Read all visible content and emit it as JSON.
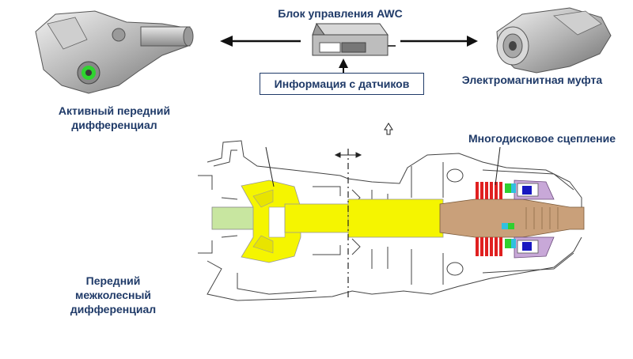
{
  "labels": {
    "awc_control_unit": "Блок управления AWC",
    "sensor_info": "Информация с датчиков",
    "electromagnetic_clutch": "Электромагнитная муфта",
    "active_front_differential_line1": "Активный передний",
    "active_front_differential_line2": "дифференциал",
    "multi_disc_clutch": "Многодисковое сцепление",
    "front_axle_differential_line1": "Передний",
    "front_axle_differential_line2": "межколесный",
    "front_axle_differential_line3": "дифференциал"
  },
  "icons": {
    "control_unit": "control-unit-box-icon",
    "arrow_left": "arrow-left-icon",
    "arrow_right": "arrow-right-icon",
    "arrow_up": "arrow-up-icon"
  },
  "colors": {
    "label_text": "#1f3a68",
    "shaft_yellow": "#f5f500",
    "shaft_green": "#c8e6a0",
    "clutch_red": "#e02020",
    "sleeve_tan": "#c9a07a",
    "housing_purple": "#c8a8d8",
    "coil_blue": "#1818c0",
    "accent_cyan": "#30c0e0",
    "accent_green": "#30d030"
  }
}
